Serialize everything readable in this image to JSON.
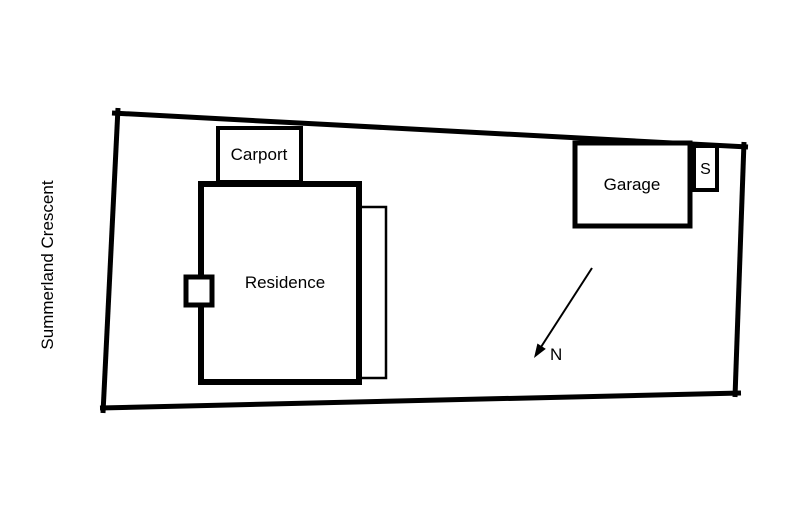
{
  "diagram": {
    "street_label": "Summerland Crescent",
    "labels": {
      "carport": "Carport",
      "residence": "Residence",
      "garage": "Garage",
      "shed": "S",
      "north": "N"
    },
    "colors": {
      "line": "#000000",
      "background": "#ffffff"
    }
  }
}
